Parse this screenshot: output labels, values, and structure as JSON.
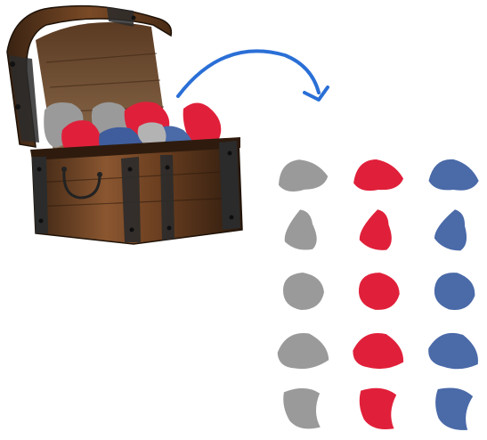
{
  "colors": {
    "gray": "#9a9a9a",
    "red": "#e0203a",
    "blue": "#4a6aa8",
    "arrow": "#2a6fd6",
    "wood_dark": "#3b2413",
    "wood_mid": "#7a4a26",
    "wood_light": "#a5714a",
    "metal": "#2b2b2b"
  },
  "illustration": {
    "chest": "treasure-chest",
    "arrow": "curved-arrow",
    "contents": [
      "gray",
      "gray",
      "red",
      "red",
      "blue",
      "blue",
      "red",
      "gray"
    ]
  },
  "grid": {
    "columns": [
      "gray",
      "red",
      "blue"
    ],
    "rows_per_column": 5
  }
}
